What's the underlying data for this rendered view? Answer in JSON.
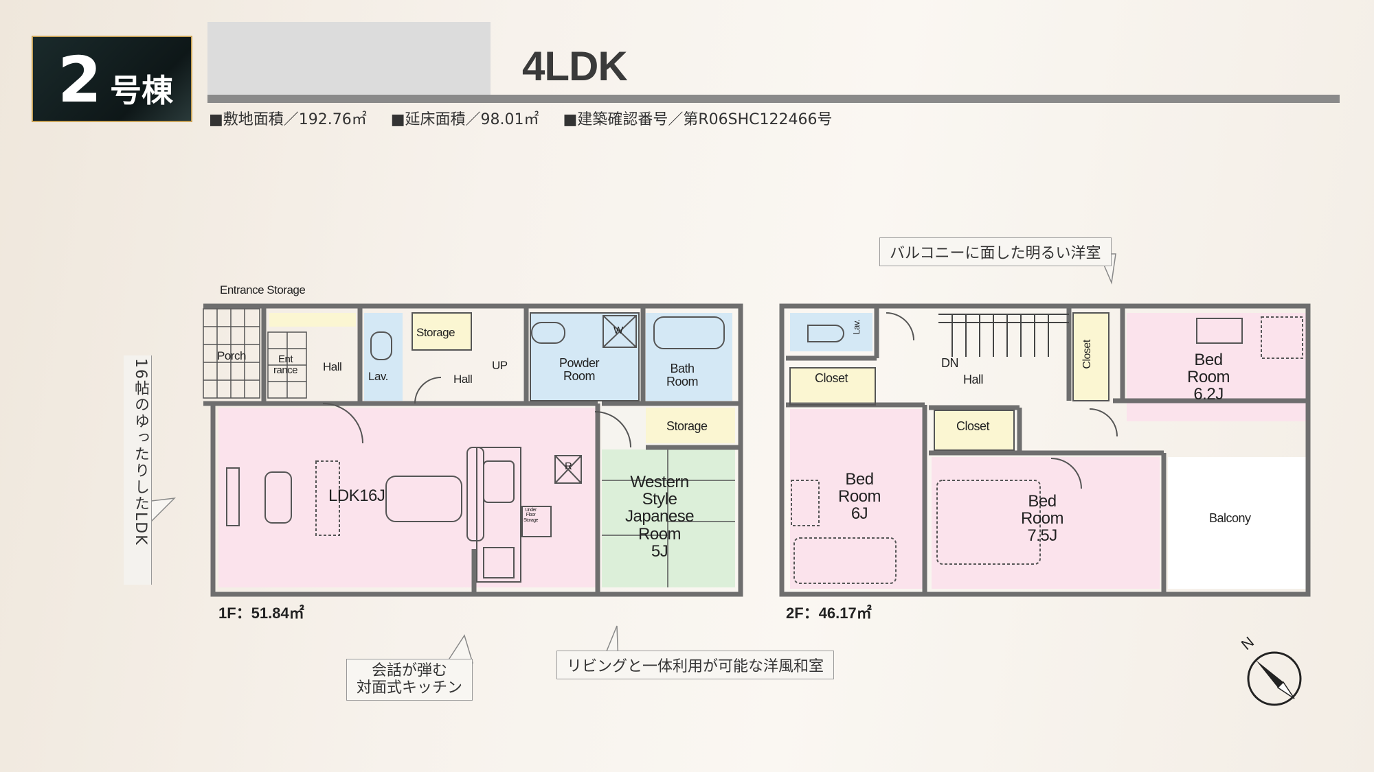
{
  "badge": {
    "number": "2",
    "suffix": "号棟"
  },
  "title": "4LDK",
  "info": {
    "site_area": "■敷地面積／192.76㎡",
    "floor_area": "■延床面積／98.01㎡",
    "confirmation": "■建築確認番号／第R06SHC122466号"
  },
  "floor1": {
    "label": "1F：51.84㎡",
    "rooms": {
      "entrance_storage": "Entrance Storage",
      "porch": "Porch",
      "entrance": "Ent\nrance",
      "hall_a": "Hall",
      "lav": "Lav.",
      "storage_a": "Storage",
      "hall_b": "Hall",
      "up": "UP",
      "powder": "Powder\nRoom",
      "w": "W",
      "bath": "Bath\nRoom",
      "storage_b": "Storage",
      "ldk": "LDK16J",
      "japanese": "Western\nStyle\nJapanese\nRoom\n5J",
      "under_floor": "Under\nFloor\nStorage",
      "r": "R"
    }
  },
  "floor2": {
    "label": "2F：46.17㎡",
    "rooms": {
      "lav": "Lav.",
      "closet_a": "Closet",
      "dn": "DN",
      "hall": "Hall",
      "closet_b": "Closet",
      "closet_c": "Closet",
      "bed1": "Bed\nRoom\n6.2J",
      "bed2": "Bed\nRoom\n6J",
      "bed3": "Bed\nRoom\n7.5J",
      "balcony": "Balcony"
    }
  },
  "callouts": {
    "balcony_room": "バルコニーに面した明るい洋室",
    "ldk_vertical": "16帖のゆったりしたLDK",
    "kitchen": "会話が弾む\n対面式キッチン",
    "japanese_room": "リビングと一体利用が可能な洋風和室"
  },
  "compass_letter": "N",
  "colors": {
    "pink": "#fbe3ec",
    "blue": "#d4e8f5",
    "yellow": "#fbf6d2",
    "green": "#dcefd9",
    "wall": "#6e6e6e"
  }
}
